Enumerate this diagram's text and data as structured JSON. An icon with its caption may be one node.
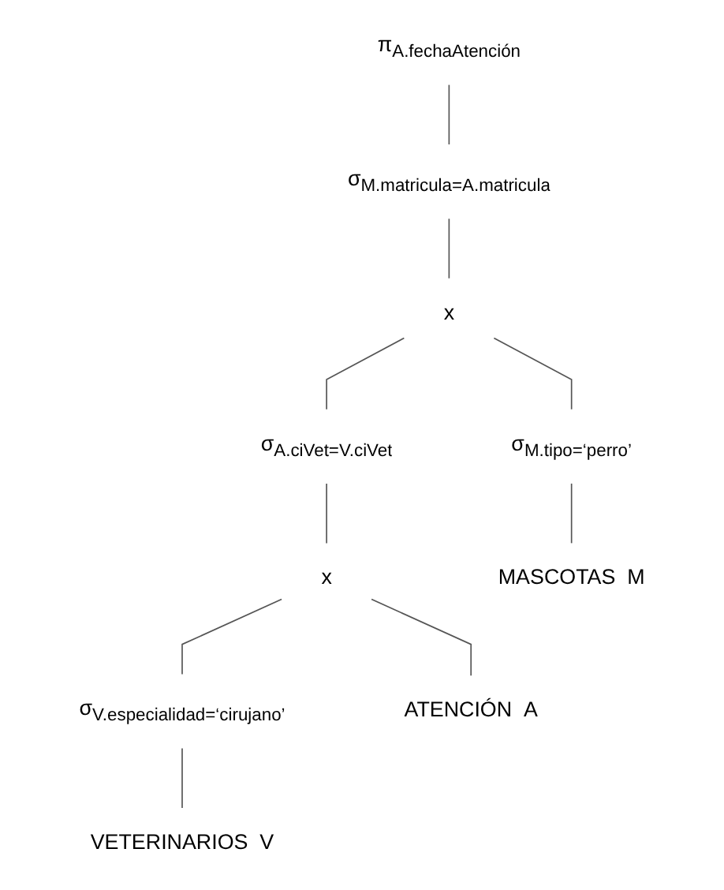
{
  "diagram": {
    "nodes": [
      {
        "text": [
          "π$_{A.fechaAtención}$"
        ]
      },
      {
        "text": [
          "σ$_{M.matricula=A.matricula}$"
        ]
      },
      {
        "text": [
          "x"
        ]
      },
      {
        "text": [
          "σ$_{A.ciVet=V.ciVet}$"
        ]
      },
      {
        "text": [
          "σ$_{M.tipo=‘perro’}$"
        ]
      },
      {
        "text": [
          "x"
        ]
      },
      {
        "text": [
          "MASCOTAS  M"
        ]
      },
      {
        "text": [
          "σ$_{V.especialidad=‘cirujano’}$"
        ]
      },
      {
        "text": [
          "ATENCIÓN  A"
        ]
      },
      {
        "text": [
          "VETERINARIOS  V"
        ]
      }
    ],
    "edges": [
      {
        "from": 0,
        "to": 1,
        "arrow": "none"
      },
      {
        "from": 1,
        "to": 2,
        "arrow": "none"
      },
      {
        "from": 2,
        "to": 3,
        "arrow": "none"
      },
      {
        "from": 2,
        "to": 4,
        "arrow": "none"
      },
      {
        "from": 3,
        "to": 5,
        "arrow": "none"
      },
      {
        "from": 4,
        "to": 6,
        "arrow": "none"
      },
      {
        "from": 5,
        "to": 8,
        "arrow": "none"
      },
      {
        "from": 5,
        "to": 7,
        "arrow": "none"
      },
      {
        "from": 7,
        "to": 9,
        "arrow": "none"
      }
    ]
  }
}
